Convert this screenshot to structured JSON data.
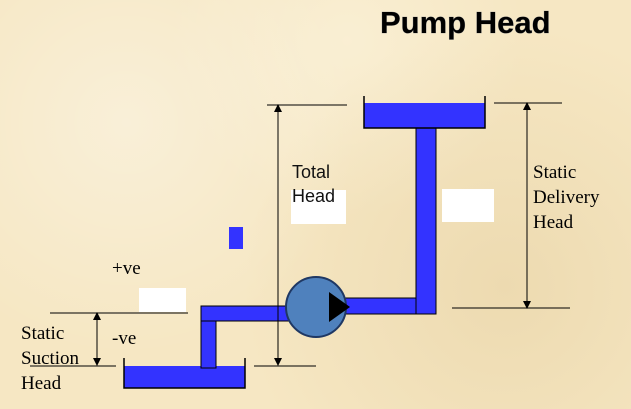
{
  "title": "Pump Head",
  "labels": {
    "total_head": [
      "Total",
      "Head"
    ],
    "static_delivery_head": [
      "Static",
      "Delivery",
      "Head"
    ],
    "static_suction_head": [
      "Static",
      "Suction",
      "Head"
    ],
    "positive": "+ve",
    "negative": "-ve"
  },
  "colors": {
    "background": "#f6e7c3",
    "pipe": "#3333ff",
    "pump": "#4f81bd",
    "lines": "#000000"
  },
  "icons": {
    "pump": "centrifugal-pump-icon",
    "flow_arrow": "play-triangle-icon"
  }
}
